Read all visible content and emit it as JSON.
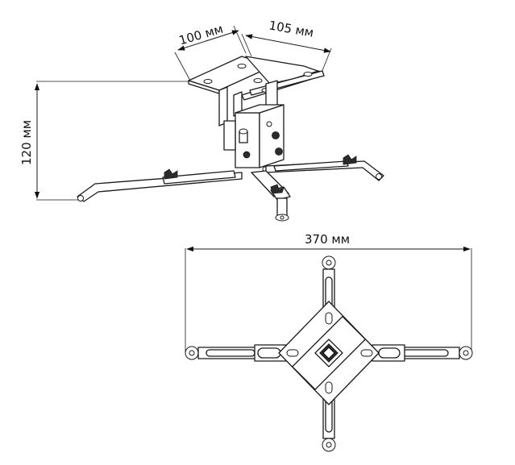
{
  "dimensions": {
    "plate_width": "100 мм",
    "plate_depth": "105 мм",
    "height": "120 мм",
    "span": "370 мм"
  }
}
